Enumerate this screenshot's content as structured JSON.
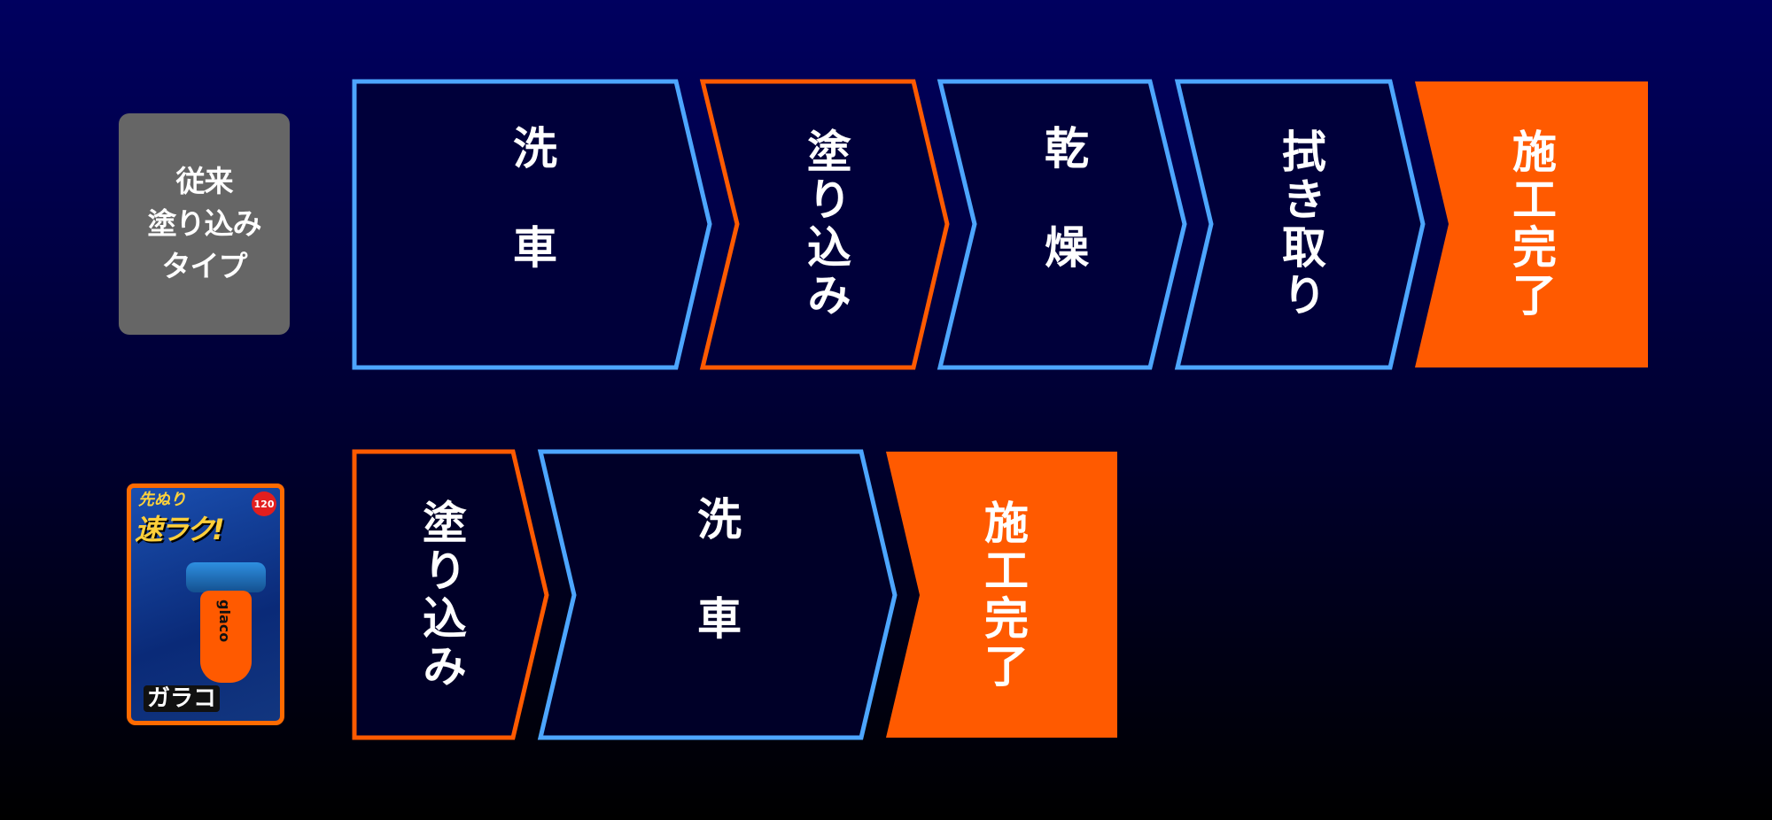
{
  "colors": {
    "accent_orange": "#ff5a00",
    "accent_blue": "#4da6ff",
    "legacy_box": "#666666",
    "background_top": "#00005f",
    "background_bottom": "#000000"
  },
  "legacy": {
    "lines": [
      "従来",
      "塗り込み",
      "タイプ"
    ]
  },
  "row1": {
    "steps": [
      {
        "label": "洗車",
        "style": "blue-outline"
      },
      {
        "label": "塗り込み",
        "style": "orange-outline"
      },
      {
        "label": "乾燥",
        "style": "blue-outline"
      },
      {
        "label": "拭き取り",
        "style": "blue-outline"
      },
      {
        "label": "施工完了",
        "style": "orange-filled"
      }
    ]
  },
  "row2": {
    "steps": [
      {
        "label": "塗り込み",
        "style": "orange-outline"
      },
      {
        "label": "洗車",
        "style": "blue-outline"
      },
      {
        "label": "施工完了",
        "style": "orange-filled"
      }
    ]
  },
  "product": {
    "headline_small": "先ぬり",
    "headline": "速ラク!",
    "volume": "120",
    "brand": "glaco",
    "name": "ガラコ"
  }
}
